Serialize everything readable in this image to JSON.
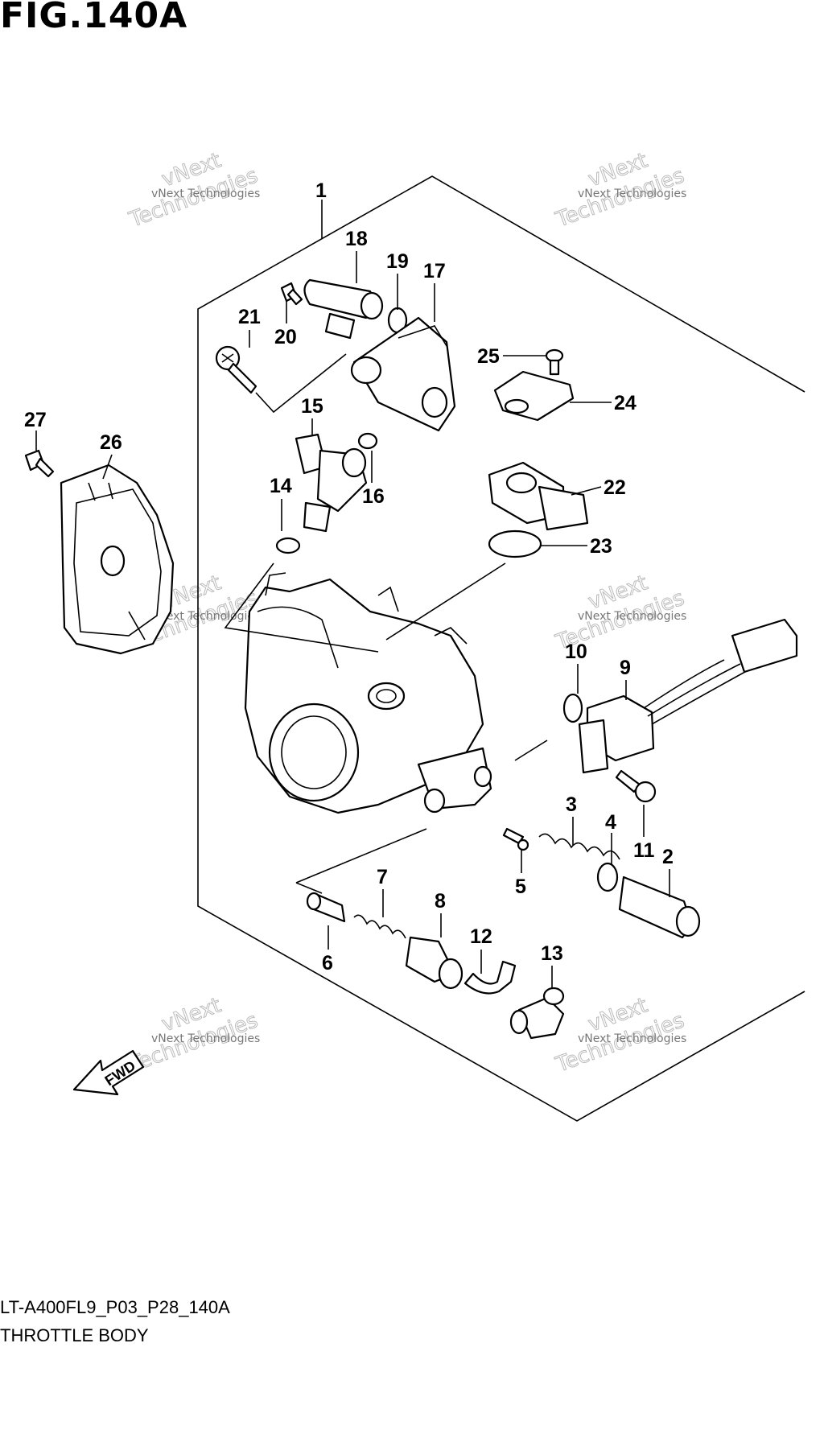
{
  "figure_title": "FIG.140A",
  "footer": {
    "code": "LT-A400FL9_P03_P28_140A",
    "name": "THROTTLE BODY"
  },
  "fwd_label": "FWD",
  "watermark": {
    "small": "vNext Technologies",
    "big_line1": "vNext",
    "big_line2": "Technologies"
  },
  "callouts": [
    "1",
    "2",
    "3",
    "4",
    "5",
    "6",
    "7",
    "8",
    "9",
    "10",
    "11",
    "12",
    "13",
    "14",
    "15",
    "16",
    "17",
    "18",
    "19",
    "20",
    "21",
    "22",
    "23",
    "24",
    "25",
    "26",
    "27"
  ]
}
